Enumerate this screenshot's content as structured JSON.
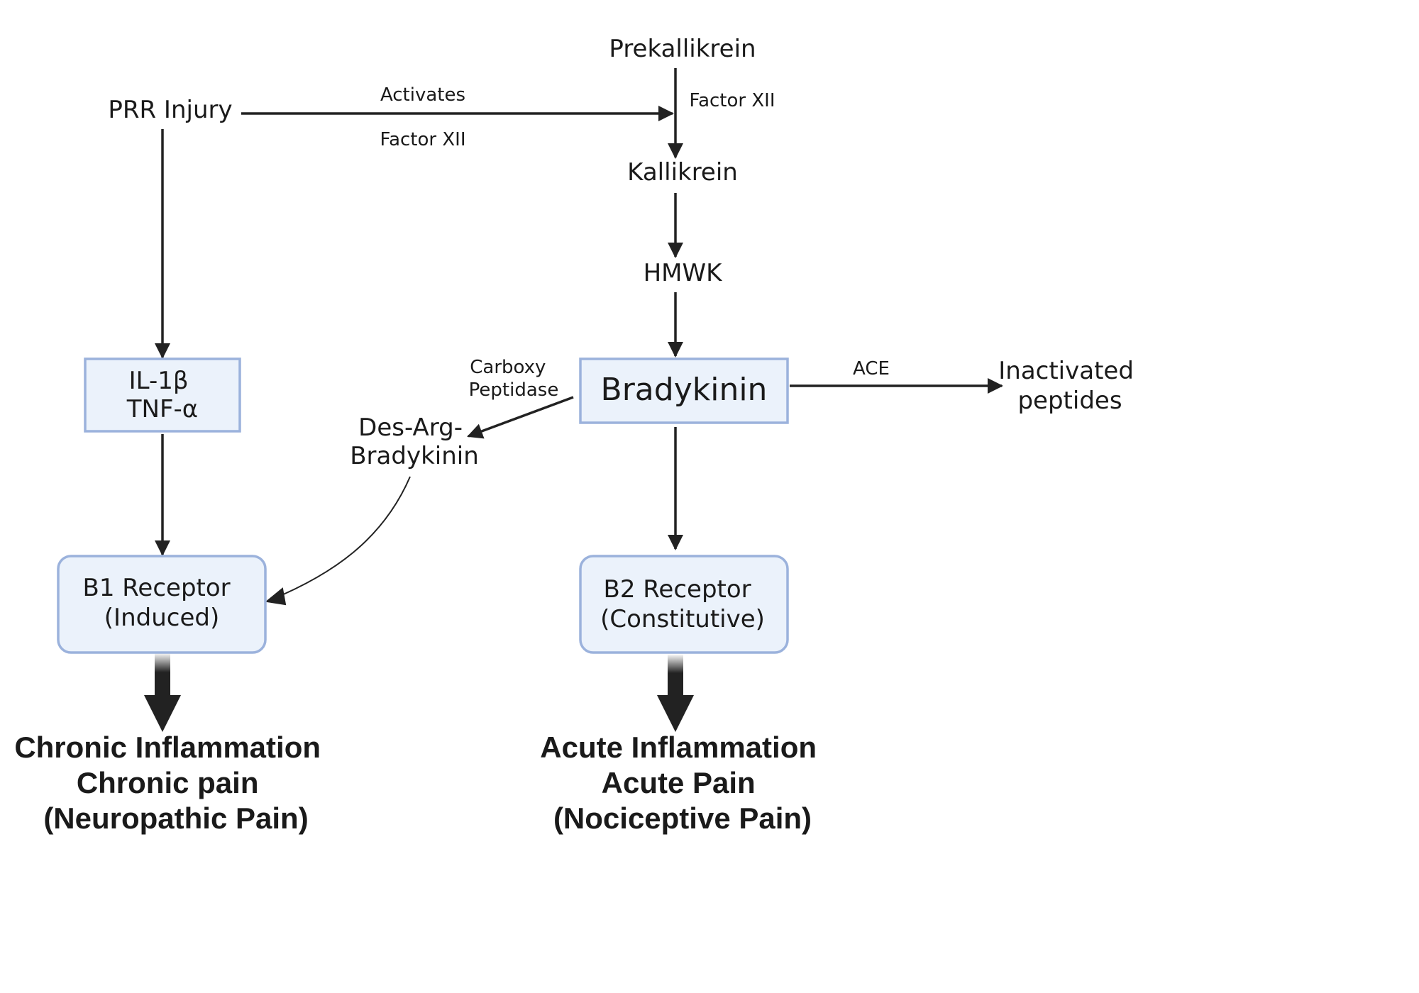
{
  "nodes": {
    "prekallikrein": "Prekallikrein",
    "prr_injury": "PRR Injury",
    "kallikrein": "Kallikrein",
    "hmwk": "HMWK",
    "bradykinin": "Bradykinin",
    "inactivated": [
      "Inactivated",
      "peptides"
    ],
    "des_arg": [
      "Des-Arg-",
      "Bradykinin"
    ],
    "il_tnf": [
      "IL-1β",
      "TNF-α"
    ],
    "b1_receptor": [
      "B1 Receptor",
      "(Induced)"
    ],
    "b2_receptor": [
      "B2 Receptor",
      "(Constitutive)"
    ]
  },
  "edge_labels": {
    "activates": "Activates",
    "factor_xii_left": "Factor XII",
    "factor_xii_right": "Factor XII",
    "ace": "ACE",
    "carboxy_peptidase": [
      "Carboxy",
      "Peptidase"
    ]
  },
  "outcomes": {
    "chronic": [
      "Chronic Inflammation",
      "Chronic pain",
      "(Neuropathic Pain)"
    ],
    "acute": [
      "Acute Inflammation",
      "Acute Pain",
      "(Nociceptive Pain)"
    ]
  },
  "colors": {
    "box_fill": "#ebf2fb",
    "box_border": "#9bb2dc",
    "arrow": "#222222"
  }
}
